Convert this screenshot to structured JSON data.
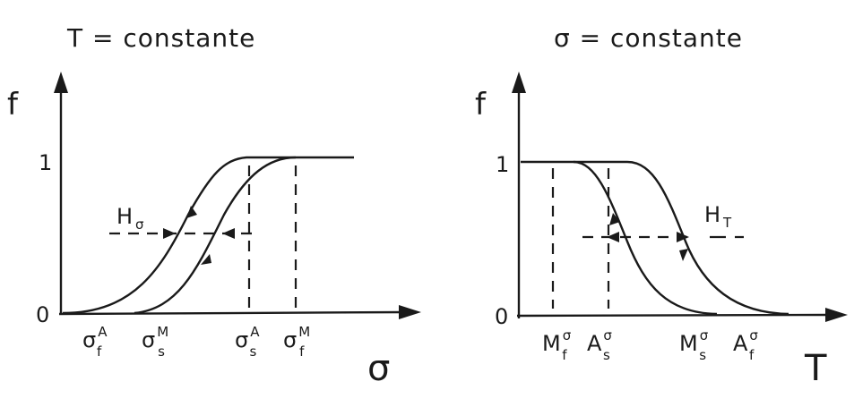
{
  "left_panel": {
    "title": "T = constante",
    "y_axis_label": "f",
    "x_axis_label": "σ",
    "tick_one": "1",
    "tick_zero": "0",
    "hysteresis": {
      "main": "H",
      "sub": "σ"
    },
    "x_markers": [
      {
        "main": "σ",
        "sup": "A",
        "sub": "f"
      },
      {
        "main": "σ",
        "sup": "M",
        "sub": "s"
      },
      {
        "main": "σ",
        "sup": "A",
        "sub": "s"
      },
      {
        "main": "σ",
        "sup": "M",
        "sub": "f"
      }
    ]
  },
  "right_panel": {
    "title": "σ = constante",
    "y_axis_label": "f",
    "x_axis_label": "T",
    "tick_one": "1",
    "tick_zero": "0",
    "hysteresis": {
      "main": "H",
      "sub": "T"
    },
    "x_markers": [
      {
        "main": "M",
        "sup": "σ",
        "sub": "f"
      },
      {
        "main": "A",
        "sup": "σ",
        "sub": "s"
      },
      {
        "main": "M",
        "sup": "σ",
        "sub": "s"
      },
      {
        "main": "A",
        "sup": "σ",
        "sub": "f"
      }
    ]
  }
}
